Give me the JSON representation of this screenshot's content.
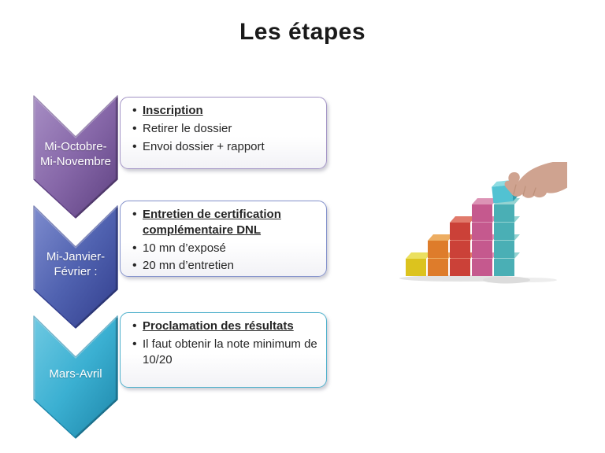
{
  "slide": {
    "title": "Les étapes",
    "background_color": "#ffffff",
    "text_color": "#262626"
  },
  "steps": [
    {
      "label_line1": "Mi-Octobre-",
      "label_line2": "Mi-Novembre",
      "colors": {
        "light": "#a78ec4",
        "mid": "#8667a8",
        "dark": "#5d4080",
        "box_border": "#a495c6"
      },
      "bullets": [
        {
          "text": "Inscription",
          "emphasized": true
        },
        {
          "text": "Retirer le dossier",
          "emphasized": false
        },
        {
          "text": "Envoi dossier + rapport",
          "emphasized": false
        }
      ]
    },
    {
      "label_line1": "Mi-Janvier-",
      "label_line2": "Février :",
      "colors": {
        "light": "#7e8cce",
        "mid": "#5062b0",
        "dark": "#313d8c",
        "box_border": "#8492cc"
      },
      "bullets": [
        {
          "text": "Entretien de certification complémentaire DNL",
          "emphasized": true
        },
        {
          "text": "10 mn d’exposé",
          "emphasized": false
        },
        {
          "text": "20 mn d’entretien",
          "emphasized": false
        }
      ]
    },
    {
      "label_line1": "Mars-Avril",
      "label_line2": "",
      "colors": {
        "light": "#6fc9e2",
        "mid": "#3bb0d2",
        "dark": "#1d85a8",
        "box_border": "#4fb1cc"
      },
      "bullets": [
        {
          "text": "Proclamation des résultats",
          "emphasized": true
        },
        {
          "text": "Il faut obtenir la note minimum de 10/20",
          "emphasized": false
        }
      ]
    }
  ],
  "illustration": {
    "name": "hand-stacking-cubes-photo",
    "columns": [
      {
        "color": "#dcc31e",
        "top": "#ebe060",
        "count": 1
      },
      {
        "color": "#de7c2b",
        "top": "#edad62",
        "count": 2
      },
      {
        "color": "#cb4138",
        "top": "#e17a6b",
        "count": 3
      },
      {
        "color": "#c5598e",
        "top": "#dc93b5",
        "count": 4
      },
      {
        "color": "#4aafb5",
        "top": "#94d3d2",
        "count": 4
      }
    ],
    "held_cube": {
      "left": "#52c2d2",
      "right": "#2f9fb0",
      "top": "#8fdce2"
    },
    "hand_color": "#cfa390",
    "hand_shadow": "#b08468",
    "shadow_color": "#dcdcdc"
  }
}
